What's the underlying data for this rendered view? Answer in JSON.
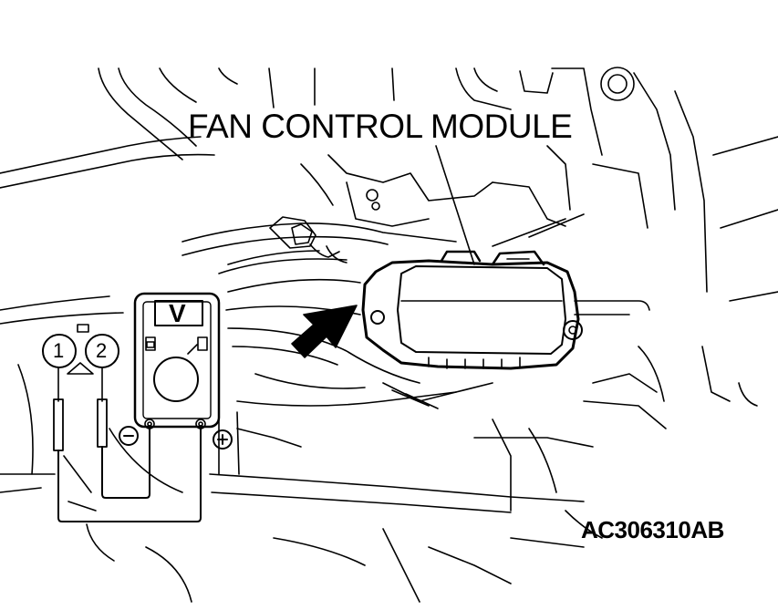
{
  "callout": {
    "label": "FAN CONTROL MODULE"
  },
  "figure": {
    "code": "AC306310AB"
  },
  "probes": [
    {
      "number": "1"
    },
    {
      "number": "2"
    }
  ],
  "meter": {
    "display_symbol": "V",
    "negative_symbol": "−",
    "positive_symbol": "+"
  },
  "icons": [
    "voltmeter-icon",
    "arrow-indicator-icon",
    "negative-terminal-icon",
    "positive-terminal-icon"
  ],
  "colors": {
    "line": "#000000",
    "background": "#ffffff"
  }
}
